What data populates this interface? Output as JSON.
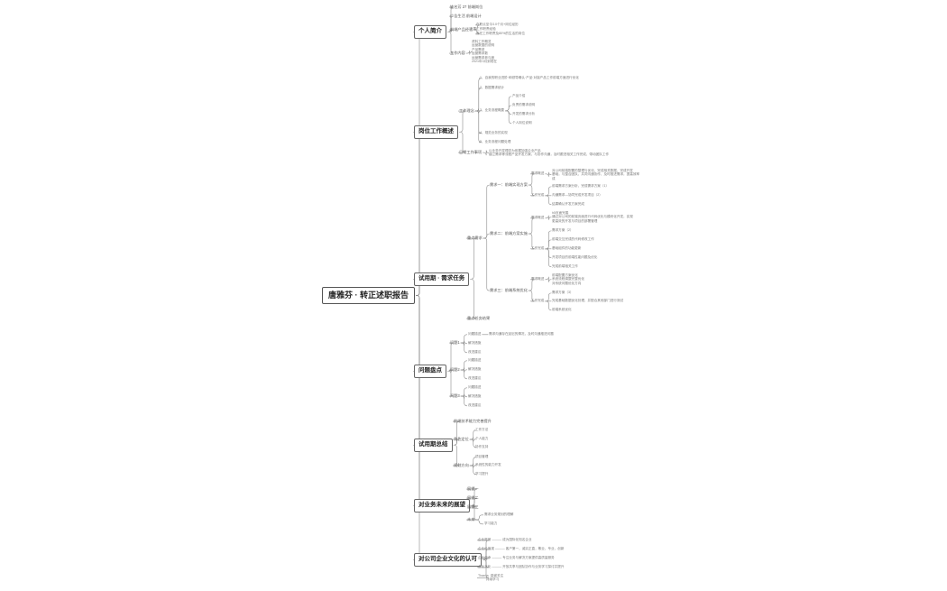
{
  "root": "唐雅芬 · 转正述职报告",
  "topics": [
    {
      "title": "个人简介",
      "items": [
        "姓名芳   27   前端岗位",
        "广告生活   前端设计",
        "前端产品经验",
        "在职点至今3.0个月+岗位经历",
        "主要工作职责经验",
        "所在工作职责及80%的生活的岗位",
        "工作内容",
        "资料工作概览\n运营数据的说明\n产品需求\n运营需求数\n运营需求参与度\n2021年3月到现在"
      ]
    },
    {
      "title": "岗位工作概述",
      "items": [
        "工作理念",
        "1、自我的职业进阶·和领导确认·产品·对接产品工作前端方面进行优化",
        "2、数据需求统计",
        "3、业务流程概要",
        "产品介绍",
        "负责的需求说明",
        "开发的需求分析",
        "个人岗位说明",
        "4、规范业务的实现",
        "5、业务流程问题处理",
        "日常工作事项",
        "以业务开发理念为依据加强企业产品\n建立需求等流程产品开发方案，与协作沟通，及时跟进相关工作完成，带动团队工作"
      ]
    },
    {
      "title": "试用期 · 需求任务",
      "items": [
        "重点需求",
        "需求一：前端实现方案",
        "需求概述",
        "对公司前端配置的整理与优化，完成相关数据，完成开发\n基础，与整合团队，共同沟通协作，及时推进需求，提高效率\n成",
        "工作完成",
        "前端需求方案分析，完成需求方案（1）",
        "沟通需求—协同完成开发项目（2）",
        "结果确认开发方案完成",
        "需求二：前端方案实施",
        "需求概述",
        "h5页面完善\n通过对公司的前端页面进行代码优化与模块化开发，实现\n更高效的开发与项目的部署管理",
        "工作完成",
        "需求方案（2）",
        "前端交互完成的代码修改工作",
        "基础组件的功能更新",
        "开发项目的前端性能问题及优化",
        "完成前端相关工作",
        "需求三：前端系统优化",
        "需求概述",
        "前端配置方案优化\n系统流程调整完整优化\n对系统问题优化方向",
        "工作完成",
        "需求方案（3）",
        "完成基础数据优化处理，并配合其他部门进行测试",
        "前端系统优化",
        "重点任务结果"
      ]
    },
    {
      "title": "问题盘点",
      "items": [
        "问题1",
        "问题描述",
        "需求沟通存在延迟的情况，及时沟通推进问题",
        "解决措施",
        "改进建议",
        "问题2",
        "问题描述",
        "解决措施",
        "改进建议",
        "问题3",
        "问题描述",
        "解决措施",
        "改进建议"
      ]
    },
    {
      "title": "试用期总结",
      "items": [
        "前端技术能力完善提升",
        "角色定位",
        "工作方法",
        "个人能力",
        "协作支持",
        "规划方向",
        "项目管理",
        "系统性的能力开发",
        "学习提升"
      ]
    },
    {
      "title": "对业务未来的展望",
      "items": [
        "展望一",
        "展望二",
        "展望三",
        "未来",
        "需求业务规划的理解",
        "学习能力"
      ]
    },
    {
      "title": "对公司企业文化的认可",
      "items": [
        "企业愿景 ——— 成为国际化知名企业",
        "企业价值观 ——— 客户第一，诚实正直，敬业，专业，创新",
        "企业使命 ——— 专注业务与解决方案提供高质量服务",
        "企业文化 ——— 开放共享与团队协作与业务学习探讨并提升",
        "Thanks  感谢关注\n         持续学习"
      ]
    }
  ]
}
